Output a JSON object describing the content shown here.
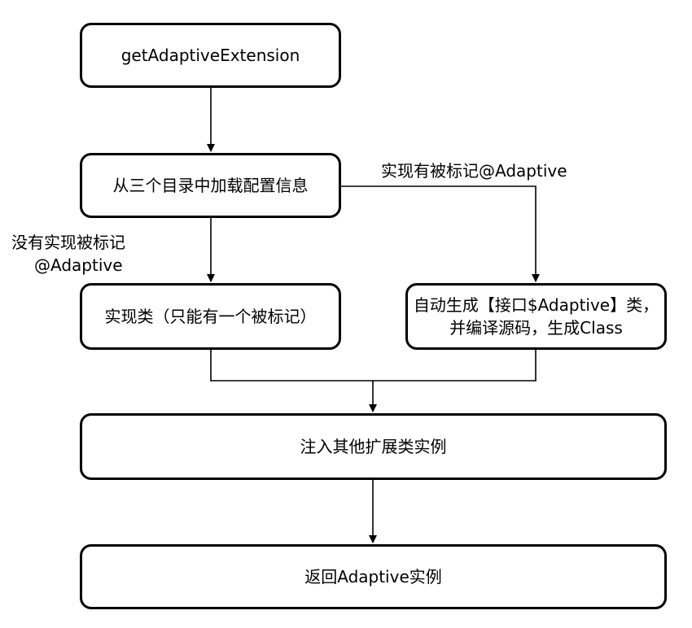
{
  "nodes": {
    "get_adaptive": "getAdaptiveExtension",
    "load_config": "从三个目录中加载配置信息",
    "impl_class": "实现类（只能有一个被标记）",
    "auto_generate": "自动生成【接口$Adaptive】类，并编译源码，生成Class",
    "inject": "注入其他扩展类实例",
    "return_instance": "返回Adaptive实例"
  },
  "edges": {
    "marked_label": "实现有被标记@Adaptive",
    "unmarked_label_line1": "没有实现被标记",
    "unmarked_label_line2": "@Adaptive"
  }
}
